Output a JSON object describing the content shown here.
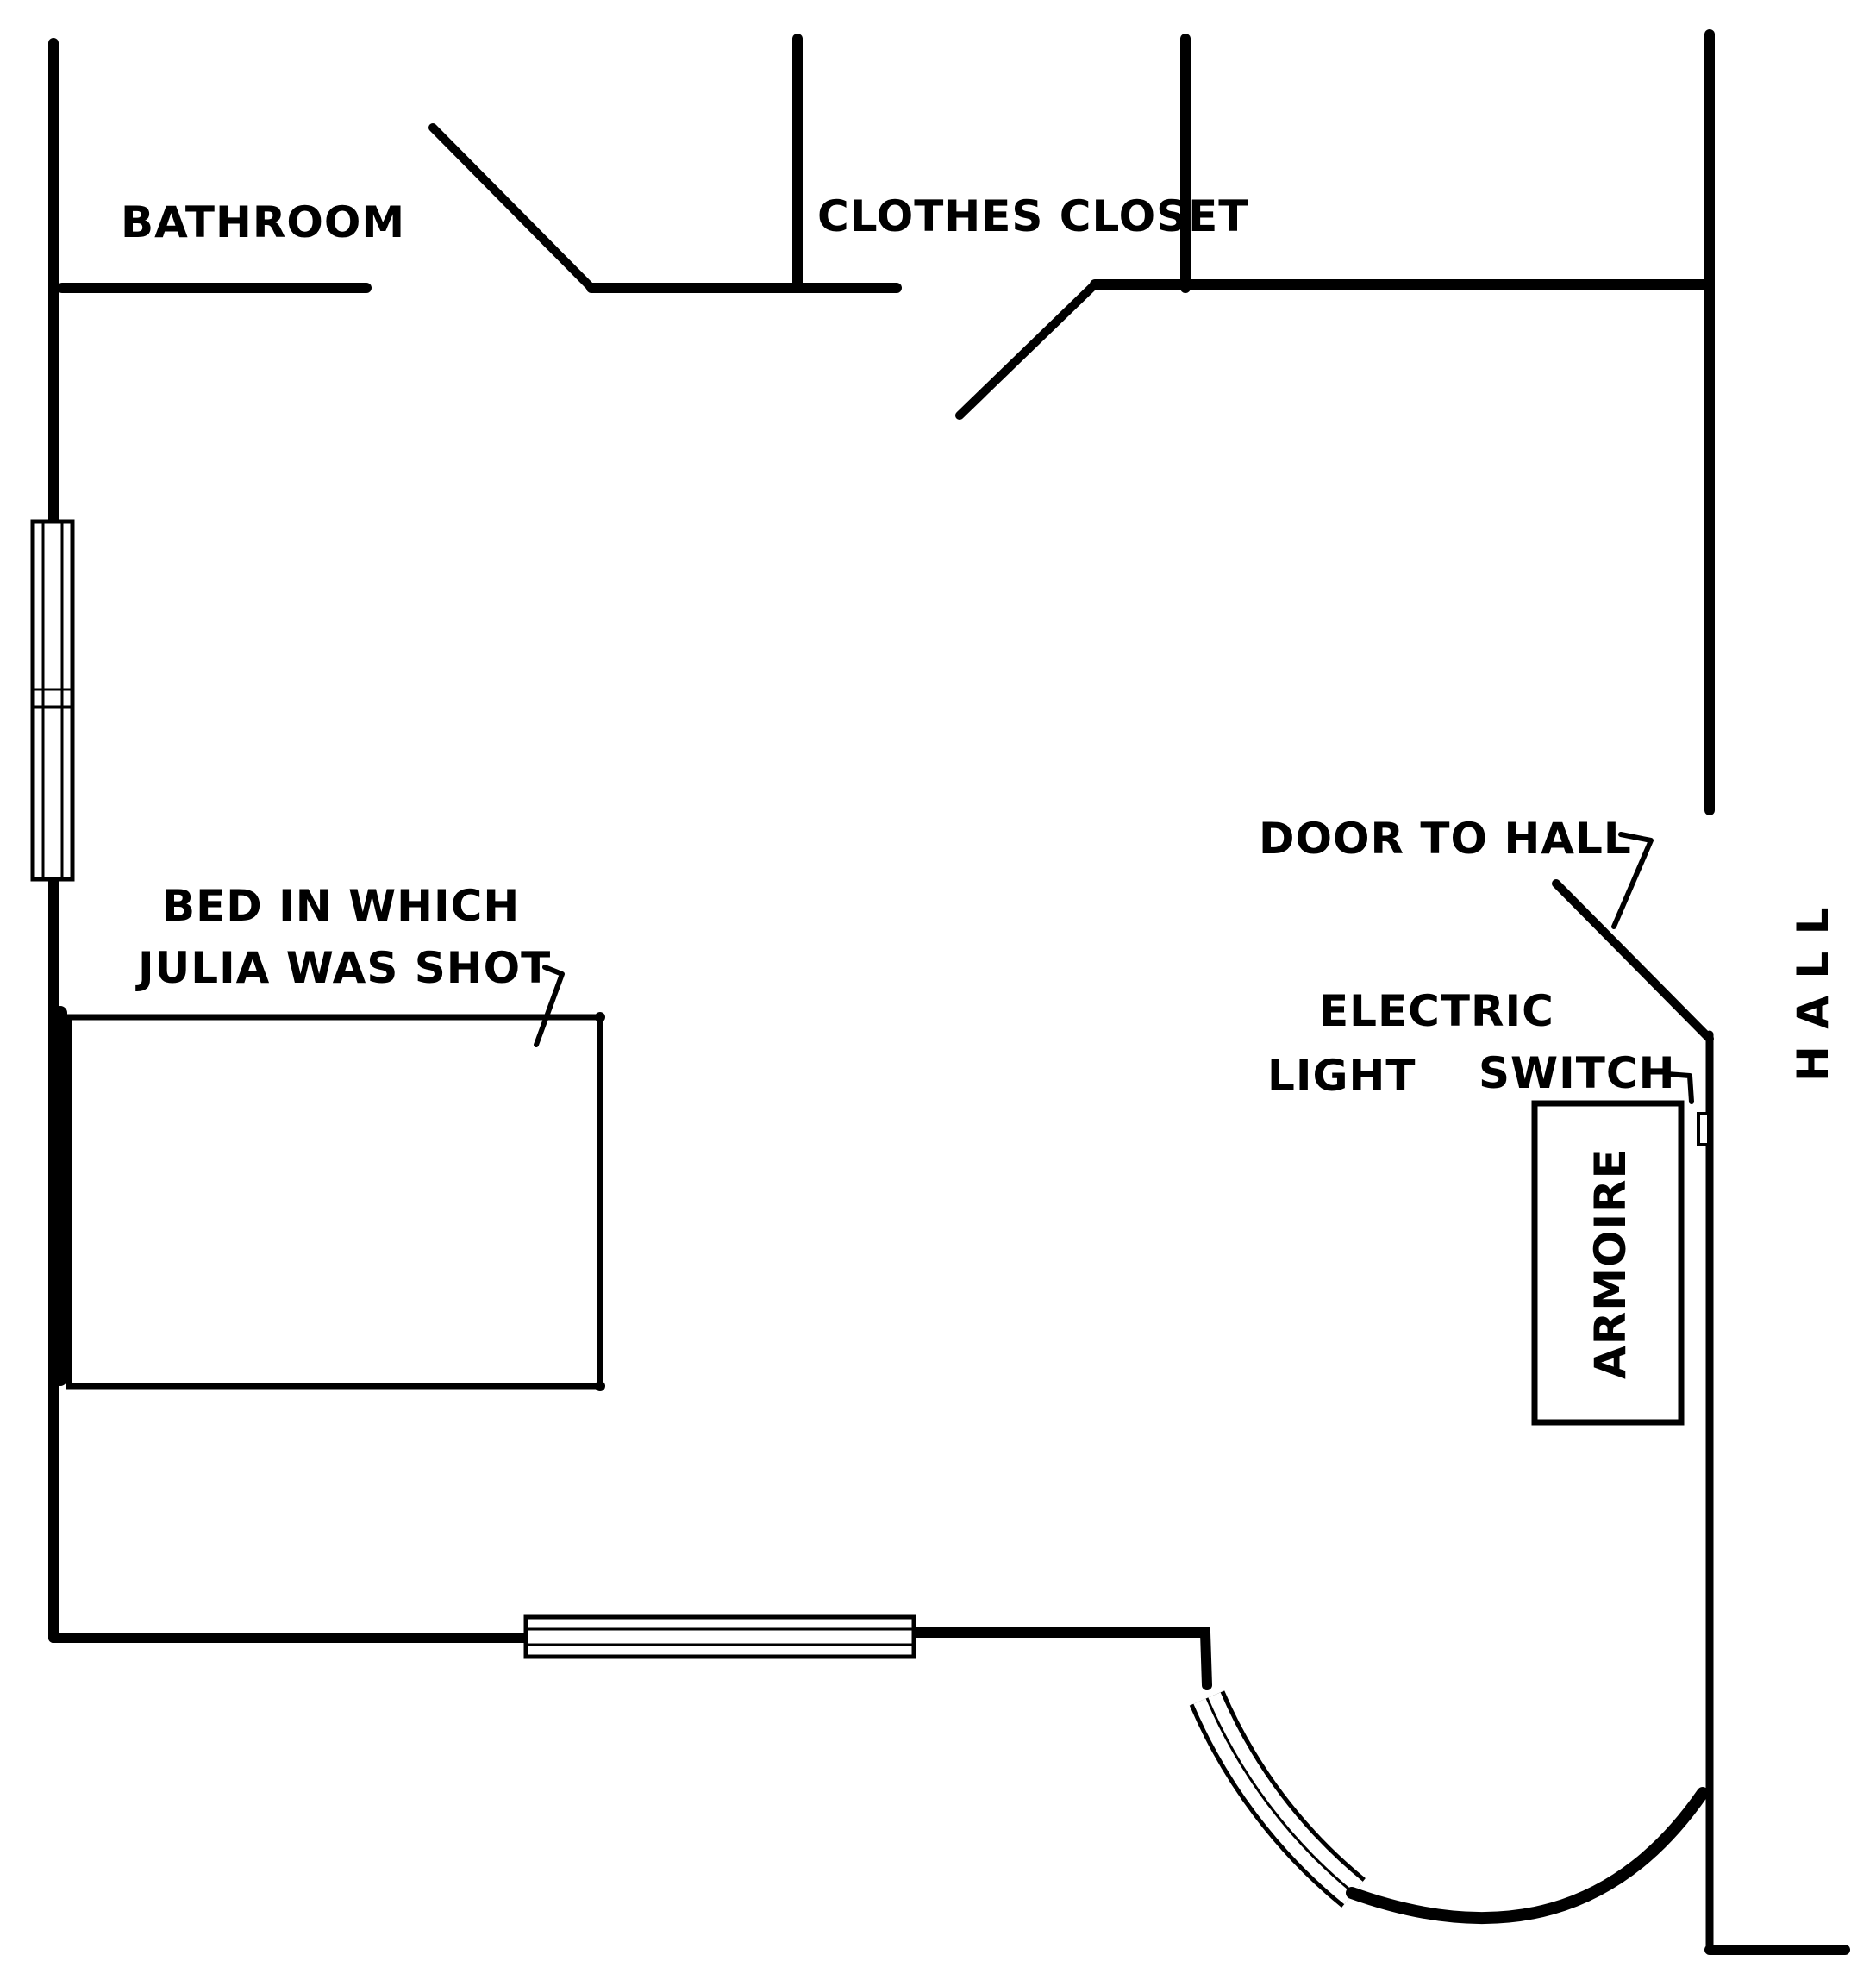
{
  "labels": {
    "bathroom": "BATHROOM",
    "clothes_closet": "CLOTHES CLOSET",
    "bed_line1": "BED IN WHICH",
    "bed_line2": "JULIA WAS SHOT",
    "door_to_hall": "DOOR TO HALL",
    "electric_line1": "ELECTRIC",
    "electric_line2": "LIGHT",
    "switch": "SWITCH",
    "armoire": "ARMOIRE",
    "hall": "H A L L"
  }
}
